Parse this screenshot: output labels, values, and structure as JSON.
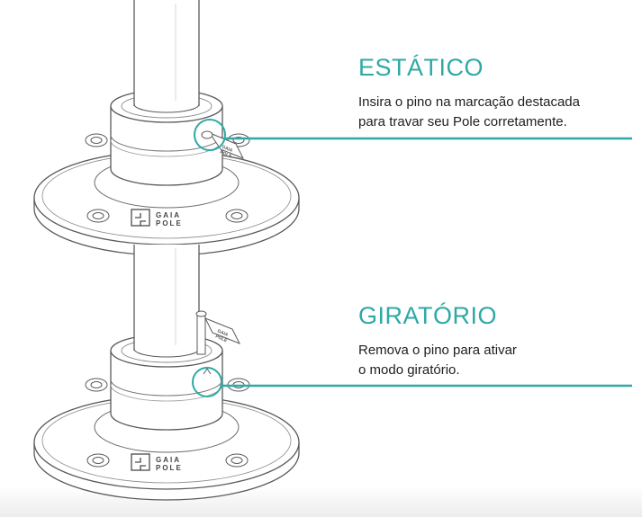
{
  "colors": {
    "accent": "#2ea9a5",
    "line_drawing": "#5a5a5a",
    "text": "#1e1e1e"
  },
  "logo_text": [
    "GAIA",
    "POLE"
  ],
  "sections": [
    {
      "title": "ESTÁTICO",
      "description": [
        "Insira o pino na marcação destacada",
        "para travar seu Pole corretamente."
      ]
    },
    {
      "title": "GIRATÓRIO",
      "description": [
        "Remova o pino para ativar",
        "o modo giratório."
      ]
    }
  ]
}
